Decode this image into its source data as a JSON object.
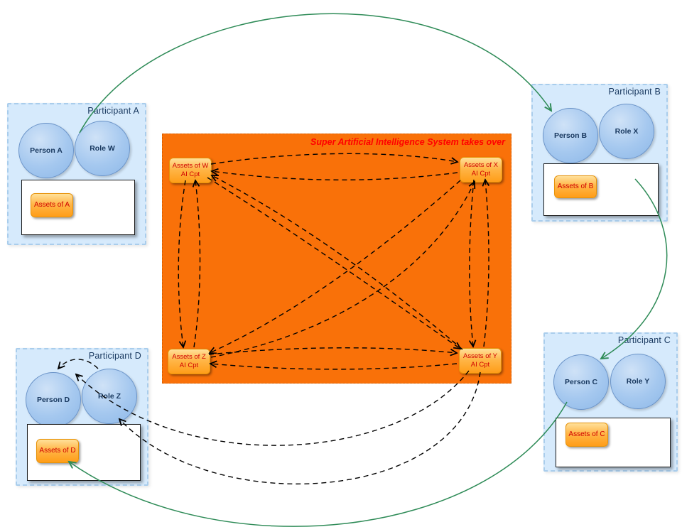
{
  "diagram": {
    "system": {
      "title": "Super Artificial Intelligence System takes over",
      "nodes": {
        "w": {
          "label": "Assets of W",
          "sub": "AI Cpt"
        },
        "x": {
          "label": "Assets of X",
          "sub": "AI Cpt"
        },
        "z": {
          "label": "Assets of Z",
          "sub": "AI Cpt"
        },
        "y": {
          "label": "Assets of Y",
          "sub": "AI Cpt"
        }
      }
    },
    "participants": {
      "a": {
        "title": "Participant A",
        "person": "Person A",
        "role": "Role W",
        "asset": "Assets of A"
      },
      "b": {
        "title": "Participant B",
        "person": "Person B",
        "role": "Role X",
        "asset": "Assets of B"
      },
      "c": {
        "title": "Participant C",
        "person": "Person C",
        "role": "Role Y",
        "asset": "Assets of C"
      },
      "d": {
        "title": "Participant D",
        "person": "Person D",
        "role": "Role Z",
        "asset": "Assets of D"
      }
    },
    "colors": {
      "system_fill": "#f97109",
      "system_title_text": "#ff0000",
      "participant_fill": "#d6eafc",
      "participant_border": "#a9cdec",
      "circle_fill": "#a5c8ef",
      "label_text": "#17375e",
      "asset_chip_fill": "#ffb648",
      "asset_chip_text": "#d00000",
      "dashed_link": "#000000",
      "green_link": "#2e8b57"
    }
  }
}
